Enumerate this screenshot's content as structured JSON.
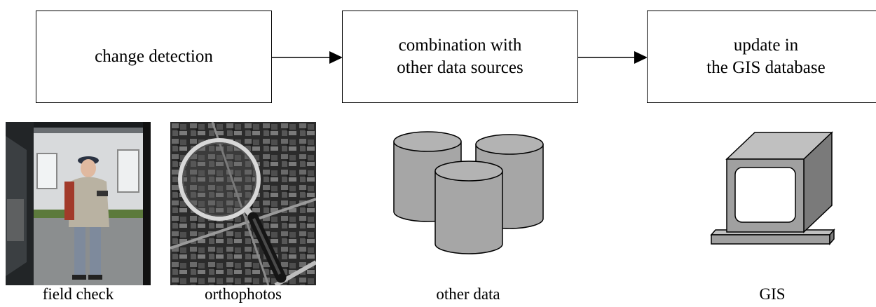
{
  "flow": {
    "box1": {
      "lines": [
        "change detection"
      ]
    },
    "box2": {
      "lines": [
        "combination with",
        "other data sources"
      ]
    },
    "box3": {
      "lines": [
        "update in",
        "the GIS database"
      ]
    }
  },
  "captions": {
    "field_check": "field check",
    "orthophotos": "orthophotos",
    "other_data": "other data",
    "gis": "GIS"
  },
  "colors": {
    "line": "#000000",
    "cylinder_fill": "#a6a6a6",
    "cylinder_top": "#b3b3b3",
    "monitor_front": "#a0a0a0",
    "monitor_side": "#7a7a7a",
    "monitor_top": "#c0c0c0",
    "screen": "#ffffff"
  },
  "icons": [
    "field-check-photo",
    "orthophoto-magnifier-icon",
    "database-cylinders-icon",
    "computer-monitor-icon"
  ]
}
